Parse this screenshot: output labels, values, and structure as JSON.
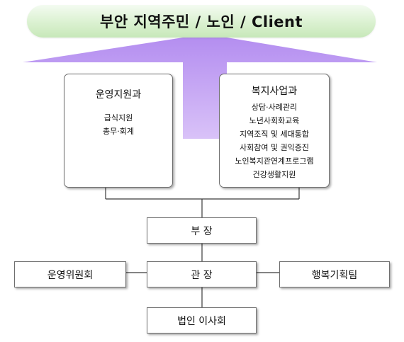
{
  "banner": {
    "title": "부안 지역주민 / 노인 / Client"
  },
  "departments": [
    {
      "title": "운영지원과",
      "items": [
        "급식지원",
        "총무·회계"
      ]
    },
    {
      "title": "복지사업과",
      "items": [
        "상담·사례관리",
        "노년사회화교육",
        "지역조직 및 세대통합",
        "사회참여 및 권익증진",
        "노인복지관연계프로그램",
        "건강생활지원"
      ]
    }
  ],
  "nodes": {
    "manager": "부 장",
    "director": "관 장",
    "board": "법인 이사회",
    "committee": "운영위원회",
    "team": "행복기획팀"
  },
  "colors": {
    "banner_green": "#d5eecb",
    "arrow_purple": "#c8a6f3",
    "border": "#6f6f6f"
  }
}
